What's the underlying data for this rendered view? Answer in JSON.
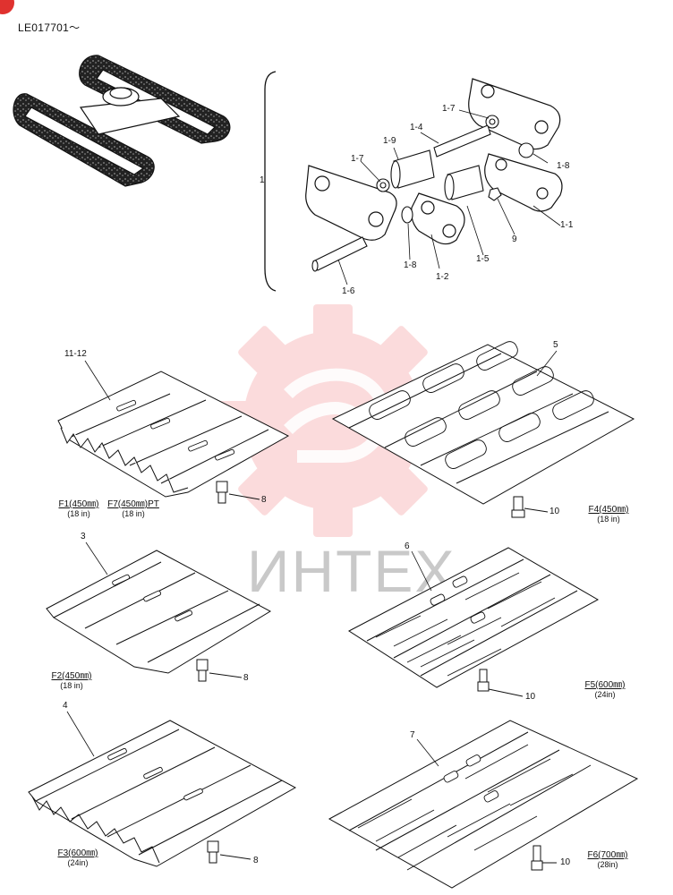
{
  "header": {
    "serial_range": "LE017701～"
  },
  "watermark": {
    "text": "ИНТЕХ",
    "color": "#e8262a"
  },
  "link_assembly": {
    "group_number": "1",
    "parts": {
      "p1_1": "1-1",
      "p1_2": "1-2",
      "p1_4": "1-4",
      "p1_5": "1-5",
      "p1_6": "1-6",
      "p1_7a": "1-7",
      "p1_7b": "1-7",
      "p1_8a": "1-8",
      "p1_8b": "1-8",
      "p1_9": "1-9",
      "p9": "9"
    }
  },
  "shoes": {
    "s1": {
      "part": "11-12",
      "bolt": "8",
      "captions": [
        {
          "main": "F1(450㎜)",
          "sub": "(18 in)"
        },
        {
          "main": "F7(450㎜)PT",
          "sub": "(18 in)"
        }
      ]
    },
    "s2": {
      "part": "5",
      "bolt": "10",
      "captions": [
        {
          "main": "F4(450㎜)",
          "sub": "(18 in)"
        }
      ]
    },
    "s3": {
      "part": "3",
      "bolt": "8",
      "captions": [
        {
          "main": "F2(450㎜)",
          "sub": "(18 in)"
        }
      ]
    },
    "s4": {
      "part": "6",
      "bolt": "10",
      "captions": [
        {
          "main": "F5(600㎜)",
          "sub": "(24in)"
        }
      ]
    },
    "s5": {
      "part": "4",
      "bolt": "8",
      "captions": [
        {
          "main": "F3(600㎜)",
          "sub": "(24in)"
        }
      ]
    },
    "s6": {
      "part": "7",
      "bolt": "10",
      "captions": [
        {
          "main": "F6(700㎜)",
          "sub": "(28in)"
        }
      ]
    }
  },
  "icons": {
    "track-frame": "undercarriage-illustration",
    "gear": "gear-watermark-icon"
  }
}
